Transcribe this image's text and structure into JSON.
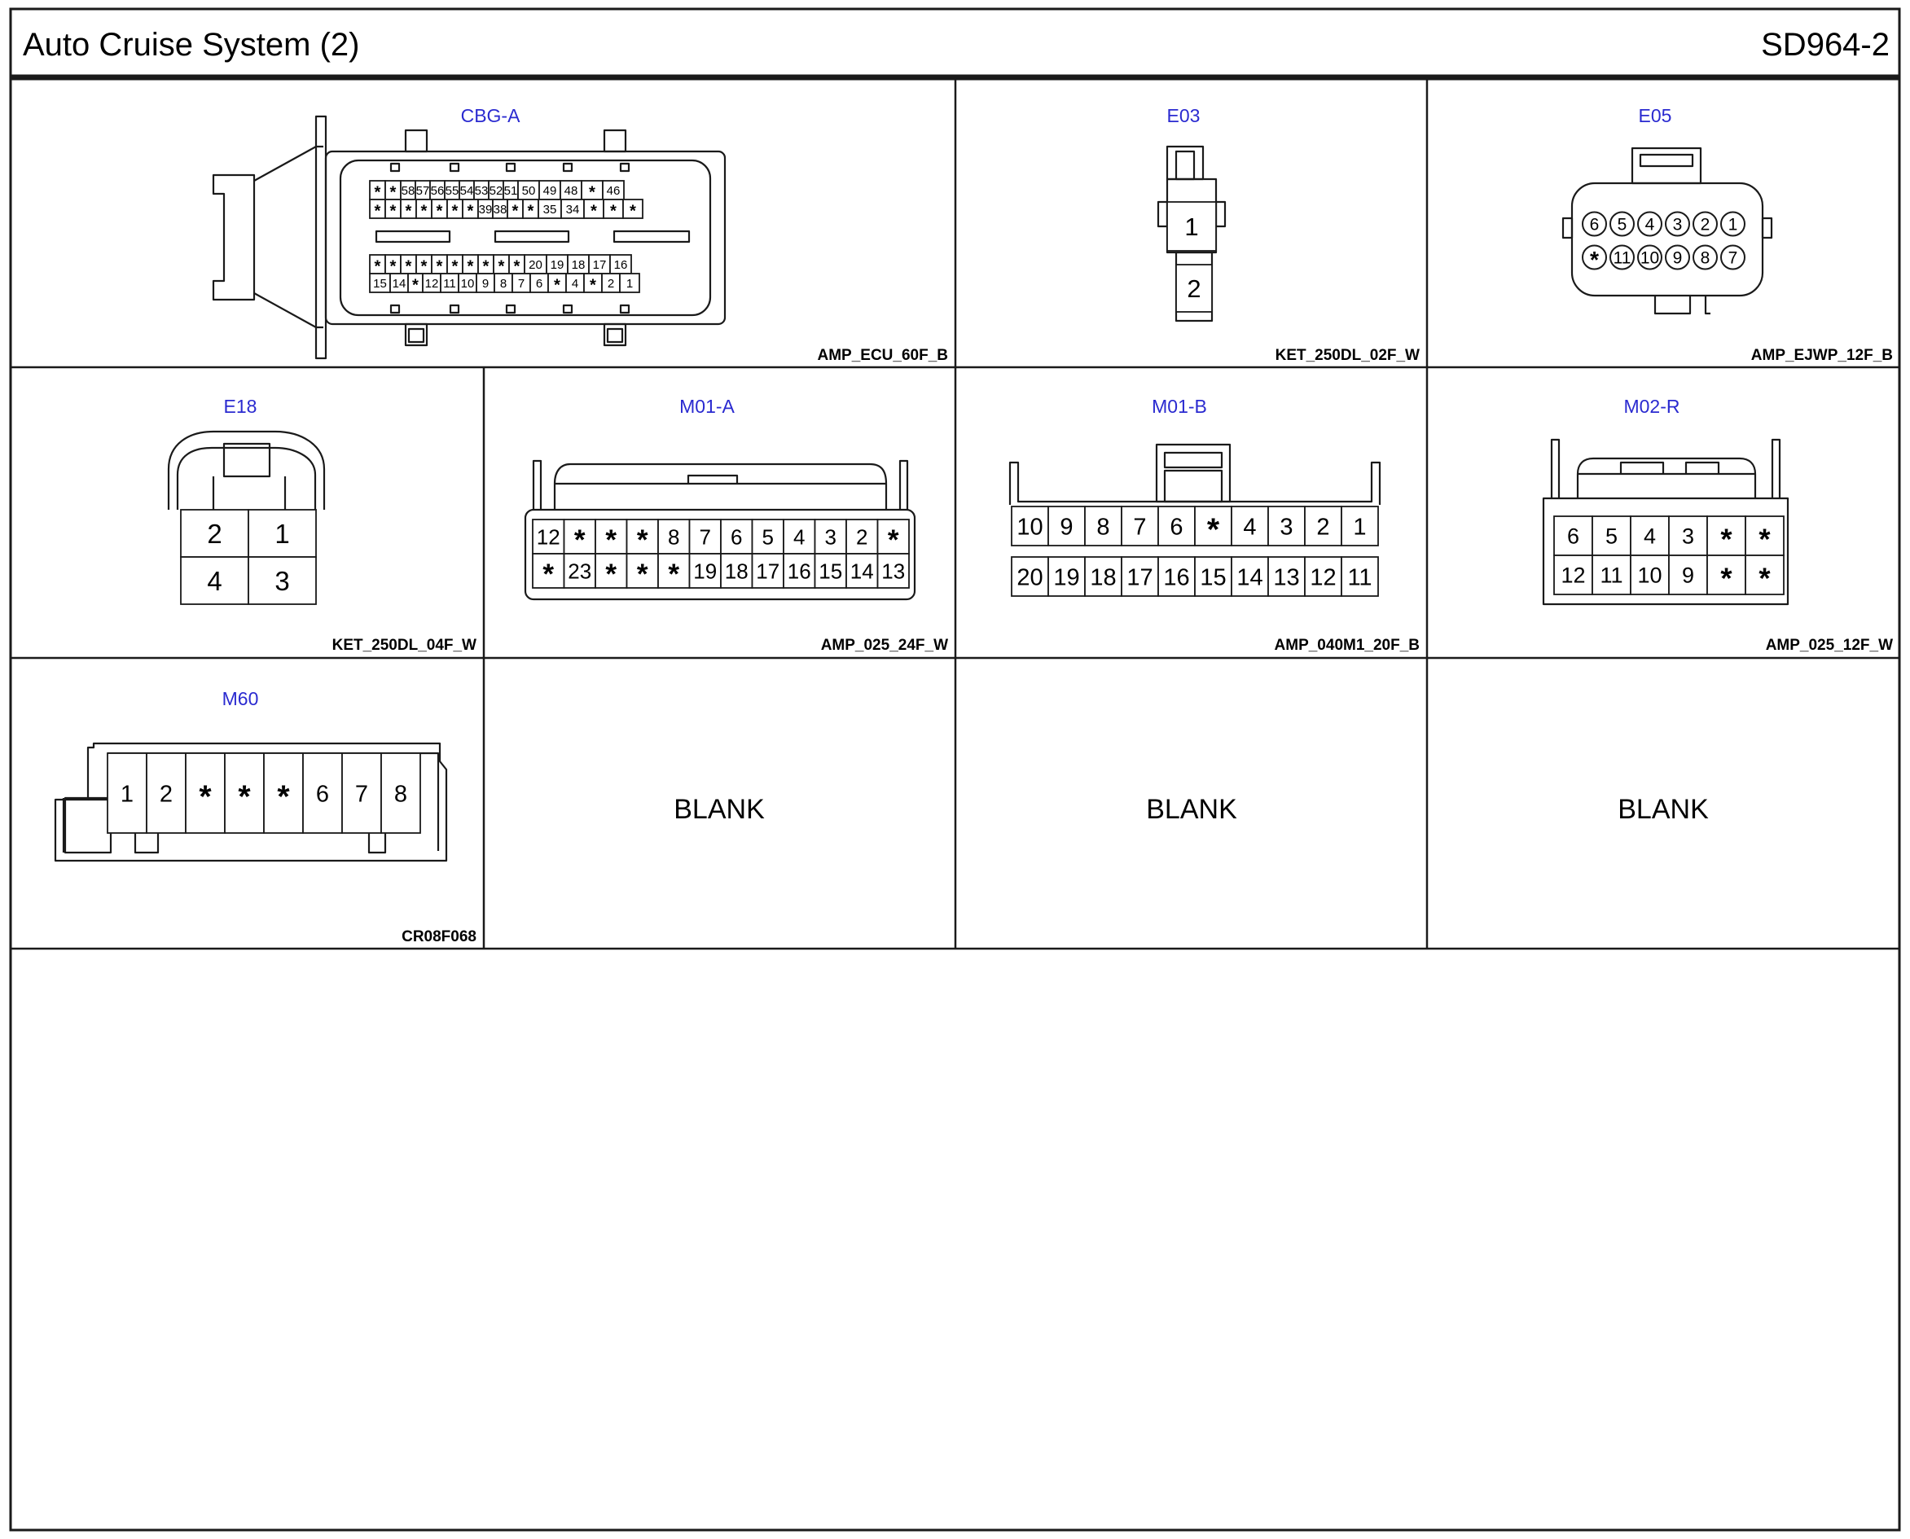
{
  "page": {
    "title": "Auto Cruise System (2)",
    "code": "SD964-2"
  },
  "colors": {
    "line": "#1a1a1a",
    "connector_name": "#2a2ad0",
    "background": "#ffffff"
  },
  "connectors": {
    "cbg_a": {
      "name": "CBG-A",
      "part": "AMP_ECU_60F_B",
      "row1": [
        "*",
        "*",
        "58",
        "57",
        "56",
        "55",
        "54",
        "53",
        "52",
        "51",
        "50",
        "49",
        "48",
        "*",
        "46"
      ],
      "row2": [
        "*",
        "*",
        "*",
        "*",
        "*",
        "*",
        "*",
        "39",
        "38",
        "*",
        "*",
        "35",
        "34",
        "*",
        "*",
        "*"
      ],
      "row3": [
        "*",
        "*",
        "*",
        "*",
        "*",
        "*",
        "*",
        "*",
        "*",
        "*",
        "20",
        "19",
        "18",
        "17",
        "16"
      ],
      "row4": [
        "15",
        "14",
        "*",
        "12",
        "11",
        "10",
        "9",
        "8",
        "7",
        "6",
        "*",
        "4",
        "*",
        "2",
        "1"
      ]
    },
    "e03": {
      "name": "E03",
      "part": "KET_250DL_02F_W",
      "pins": [
        "1",
        "2"
      ]
    },
    "e05": {
      "name": "E05",
      "part": "AMP_EJWP_12F_B",
      "row1": [
        "6",
        "5",
        "4",
        "3",
        "2",
        "1"
      ],
      "row2": [
        "*",
        "11",
        "10",
        "9",
        "8",
        "7"
      ]
    },
    "e18": {
      "name": "E18",
      "part": "KET_250DL_04F_W",
      "row1": [
        "2",
        "1"
      ],
      "row2": [
        "4",
        "3"
      ]
    },
    "m01_a": {
      "name": "M01-A",
      "part": "AMP_025_24F_W",
      "row1": [
        "12",
        "*",
        "*",
        "*",
        "8",
        "7",
        "6",
        "5",
        "4",
        "3",
        "2",
        "*"
      ],
      "row2": [
        "*",
        "23",
        "*",
        "*",
        "*",
        "19",
        "18",
        "17",
        "16",
        "15",
        "14",
        "13"
      ]
    },
    "m01_b": {
      "name": "M01-B",
      "part": "AMP_040M1_20F_B",
      "row1": [
        "10",
        "9",
        "8",
        "7",
        "6",
        "*",
        "4",
        "3",
        "2",
        "1"
      ],
      "row2": [
        "20",
        "19",
        "18",
        "17",
        "16",
        "15",
        "14",
        "13",
        "12",
        "11"
      ]
    },
    "m02_r": {
      "name": "M02-R",
      "part": "AMP_025_12F_W",
      "row1": [
        "6",
        "5",
        "4",
        "3",
        "*",
        "*"
      ],
      "row2": [
        "12",
        "11",
        "10",
        "9",
        "*",
        "*"
      ]
    },
    "m60": {
      "name": "M60",
      "part": "CR08F068",
      "pins": [
        "1",
        "2",
        "*",
        "*",
        "*",
        "6",
        "7",
        "8"
      ]
    }
  },
  "blank_cells": [
    "BLANK",
    "BLANK",
    "BLANK"
  ]
}
